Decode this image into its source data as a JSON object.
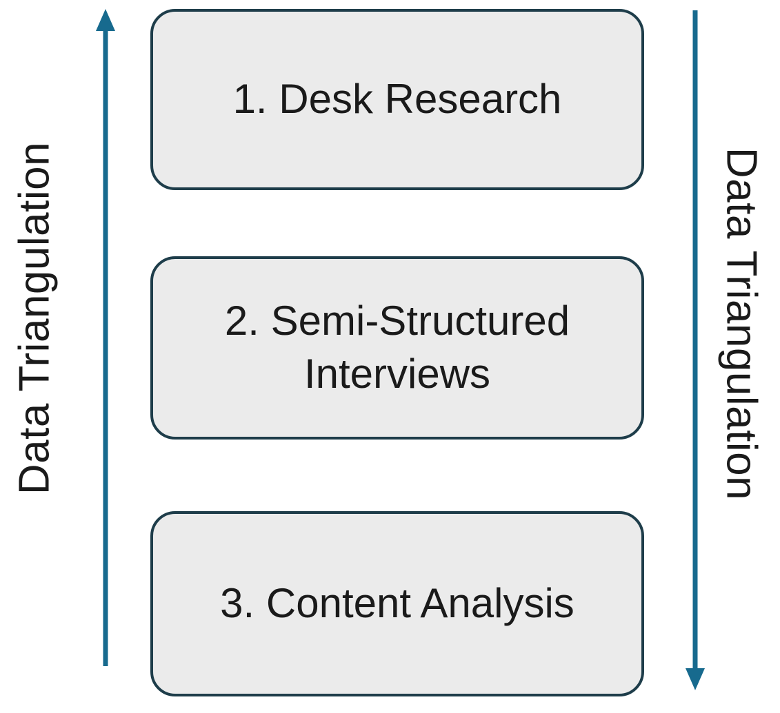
{
  "diagram": {
    "title_hint": "Data triangulation methodology diagram",
    "boxes": [
      {
        "label": "1. Desk Research"
      },
      {
        "label": "2. Semi-Structured Interviews"
      },
      {
        "label": "3. Content Analysis"
      }
    ],
    "left_axis": {
      "label": "Data Triangulation",
      "arrow_direction": "up"
    },
    "right_axis": {
      "label": "Data Triangulation",
      "arrow_direction": "down"
    },
    "colors": {
      "arrow": "#176a8e",
      "box_fill": "#ebebeb",
      "box_border": "#1e3d4a",
      "text": "#1a1a1a",
      "background": "#ffffff"
    }
  }
}
